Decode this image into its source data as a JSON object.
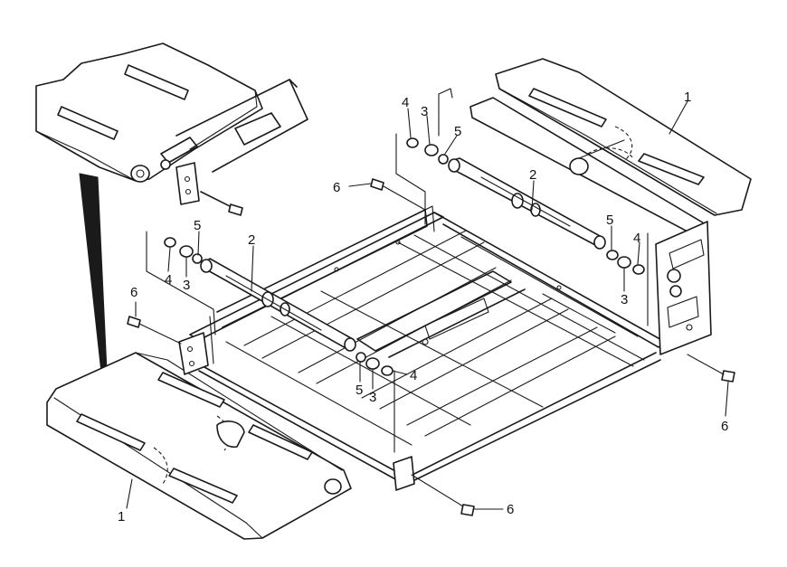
{
  "callouts": {
    "c1_top_right": "1",
    "c1_bottom_left": "1",
    "c2_right_roller": "2",
    "c2_left_roller": "2",
    "c3_top": "3",
    "c3_right": "3",
    "c3_left": "3",
    "c3_bottom": "3",
    "c4_top": "4",
    "c4_right": "4",
    "c4_left": "4",
    "c4_bottom": "4",
    "c5_top": "5",
    "c5_right": "5",
    "c5_left": "5",
    "c5_bottom": "5",
    "c6_top": "6",
    "c6_left": "6",
    "c6_right": "6",
    "c6_bottom": "6"
  },
  "colors": {
    "line": "#1a1a1a",
    "background": "#ffffff"
  }
}
